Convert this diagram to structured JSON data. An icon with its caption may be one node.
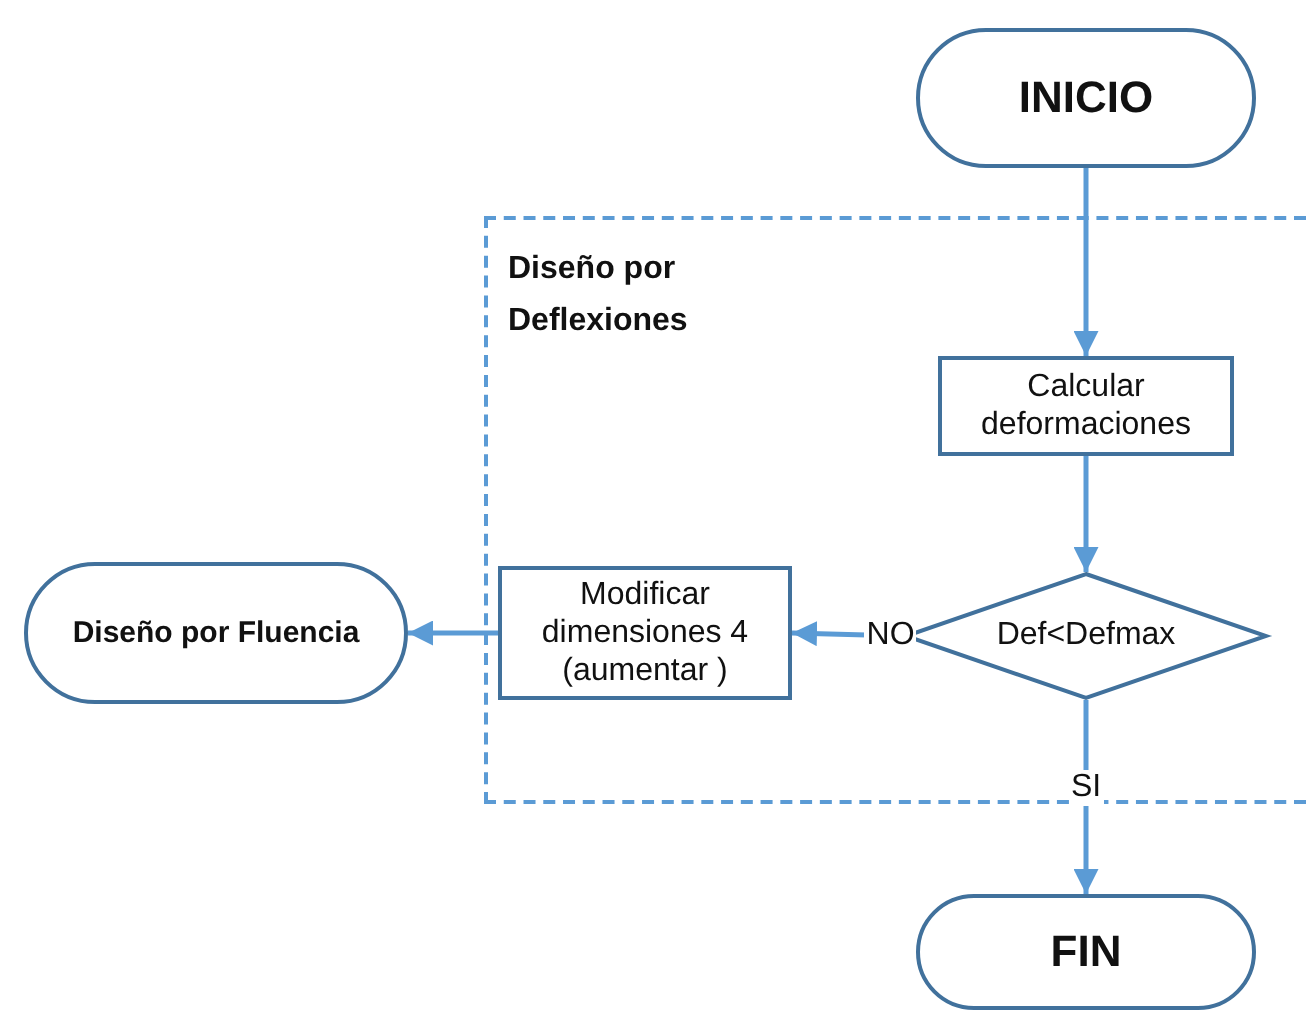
{
  "diagram": {
    "nodes": [
      {
        "text": [
          "INICIO"
        ]
      },
      {
        "text": [
          "Diseño por Deflexiones"
        ]
      },
      {
        "text": [
          "Calcular deformaciones"
        ],
        "in": 1
      },
      {
        "text": [
          "Def<Defmax"
        ],
        "in": 1
      },
      {
        "text": [
          "Modificar dimensiones 4 (aumentar )"
        ],
        "in": 1
      },
      {
        "text": [
          "Diseño por Fluencia"
        ]
      },
      {
        "text": [
          "FIN"
        ]
      }
    ],
    "edges": [
      {
        "from": 0,
        "to": 2,
        "arrow": "to"
      },
      {
        "from": 2,
        "to": 3,
        "arrow": "to"
      },
      {
        "from": 3,
        "to": 4,
        "arrow": "to",
        "label": "NO"
      },
      {
        "from": 4,
        "to": 5,
        "arrow": "to"
      },
      {
        "from": 3,
        "to": 6,
        "arrow": "to",
        "label": "SI"
      }
    ]
  }
}
